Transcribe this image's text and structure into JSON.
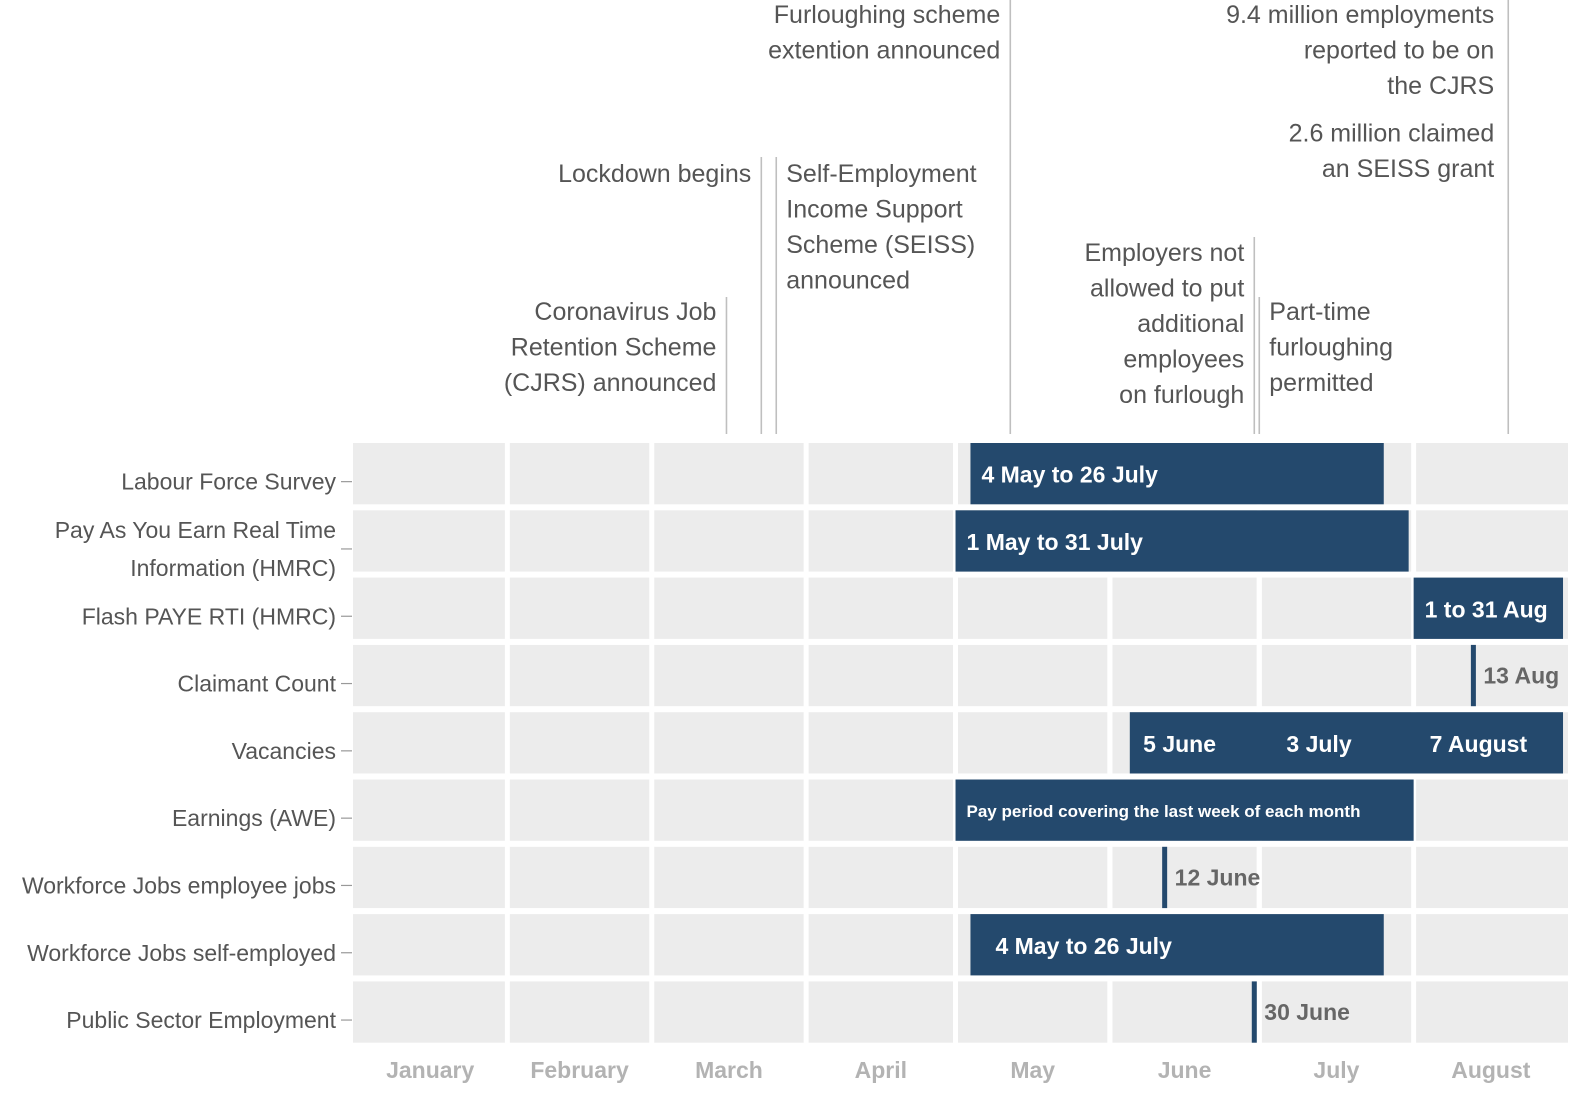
{
  "chart_data": {
    "type": "timeline",
    "months": [
      "January",
      "February",
      "March",
      "April",
      "May",
      "June",
      "July",
      "August"
    ],
    "rows": [
      "Labour Force Survey",
      [
        "Pay As You Earn Real Time",
        "Information (HMRC)"
      ],
      "Flash PAYE RTI (HMRC)",
      "Claimant Count",
      "Vacancies",
      "Earnings (AWE)",
      "Workforce Jobs employee jobs",
      "Workforce Jobs self-employed",
      "Public Sector Employment"
    ],
    "events": [
      {
        "date": "2020-03-16",
        "lines": [
          "Coronavirus Job",
          "Retention Scheme",
          "(CJRS) announced"
        ]
      },
      {
        "date": "2020-03-23",
        "lines": [
          "Lockdown begins"
        ]
      },
      {
        "date": "2020-03-26",
        "lines": [
          "Self-Employment",
          "Income Support",
          "Scheme (SEISS)",
          "announced"
        ]
      },
      {
        "date": "2020-05-12",
        "lines": [
          "Furloughing scheme",
          "extention announced"
        ]
      },
      {
        "date": "2020-06-30",
        "lines": [
          "Employers not",
          "allowed to put",
          "additional",
          "employees",
          "on furlough"
        ]
      },
      {
        "date": "2020-07-01",
        "lines": [
          "Part-time",
          "furloughing",
          "permitted"
        ]
      },
      {
        "date": "2020-08-20",
        "lines": [
          "9.4 million employments",
          "reported to be on",
          "the CJRS",
          "2.6 million claimed",
          "an SEISS grant"
        ]
      }
    ],
    "periods": [
      {
        "row": 0,
        "start": "2020-05-04",
        "end": "2020-07-26",
        "label": "4 May to 26 July"
      },
      {
        "row": 1,
        "start": "2020-05-01",
        "end": "2020-07-31",
        "label": "1 May to 31 July"
      },
      {
        "row": 2,
        "start": "2020-08-01",
        "end": "2020-08-31",
        "label": "1 to 31 Aug"
      },
      {
        "row": 3,
        "point": "2020-08-13",
        "label": "13 Aug"
      },
      {
        "row": 4,
        "start": "2020-06-05",
        "end": "2020-08-31",
        "label": "",
        "labels": [
          {
            "text": "5 June",
            "at": "2020-06-15"
          },
          {
            "text": "3 July",
            "at": "2020-07-13"
          },
          {
            "text": "7 August",
            "at": "2020-08-14"
          }
        ]
      },
      {
        "row": 5,
        "start": "2020-05-01",
        "end": "2020-08-01",
        "label": "Pay period covering the last week of each month"
      },
      {
        "row": 6,
        "point": "2020-06-12",
        "label": "12 June"
      },
      {
        "row": 7,
        "start": "2020-05-04",
        "end": "2020-07-26",
        "label": "4 May to 26 July"
      },
      {
        "row": 8,
        "point": "2020-06-30",
        "label": "30 June"
      }
    ],
    "colors": {
      "bar": "#24496d",
      "panel": "#ececec",
      "grid": "#ffffff",
      "event_line": "#bfbfbf"
    }
  }
}
